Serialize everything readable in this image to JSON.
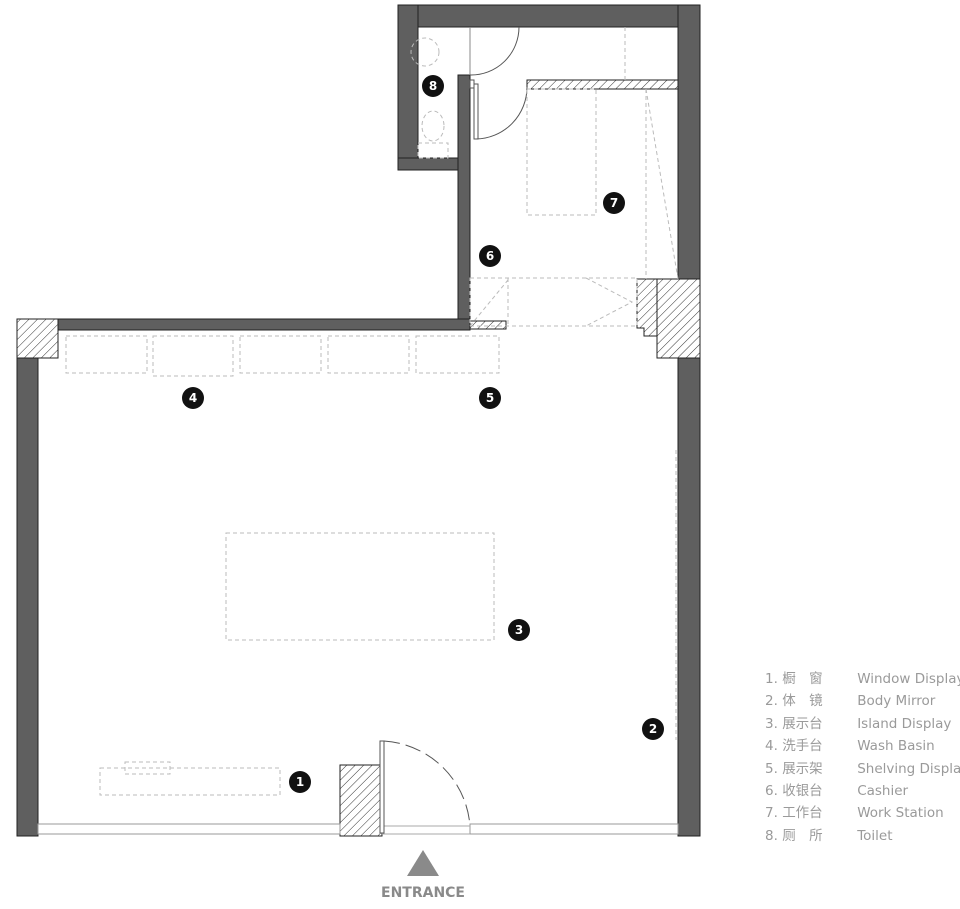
{
  "plan": {
    "entrance_label": "ENTRANCE",
    "markers": [
      "1",
      "2",
      "3",
      "4",
      "5",
      "6",
      "7",
      "8"
    ]
  },
  "legend": [
    {
      "num": "1.",
      "cn": "橱　窗",
      "en": "Window Display"
    },
    {
      "num": "2.",
      "cn": "体　镜",
      "en": "Body Mirror"
    },
    {
      "num": "3.",
      "cn": "展示台",
      "en": "Island Display"
    },
    {
      "num": "4.",
      "cn": "洗手台",
      "en": "Wash Basin"
    },
    {
      "num": "5.",
      "cn": "展示架",
      "en": "Shelving Display"
    },
    {
      "num": "6.",
      "cn": "收银台",
      "en": "Cashier"
    },
    {
      "num": "7.",
      "cn": "工作台",
      "en": "Work Station"
    },
    {
      "num": "8.",
      "cn": "厕　所",
      "en": "Toilet"
    }
  ],
  "colors": {
    "wall": "#5f5f5f",
    "marker": "#111111",
    "legend_text": "#9a9a9a"
  }
}
